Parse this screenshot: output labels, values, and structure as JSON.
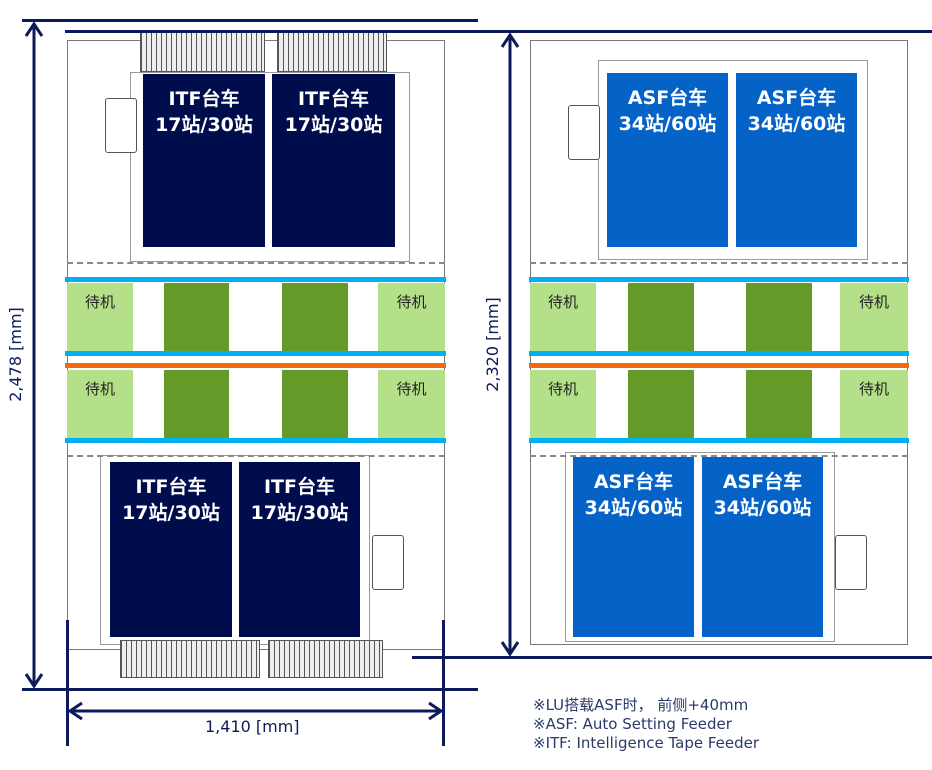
{
  "left_machine": {
    "top_carts": [
      {
        "line1": "ITF台车",
        "line2": "17站/30站"
      },
      {
        "line1": "ITF台车",
        "line2": "17站/30站"
      }
    ],
    "bottom_carts": [
      {
        "line1": "ITF台车",
        "line2": "17站/30站"
      },
      {
        "line1": "ITF台车",
        "line2": "17站/30站"
      }
    ],
    "standby_labels": [
      "待机",
      "待机",
      "待机",
      "待机"
    ],
    "height_dimension": "2,478 [mm]",
    "width_dimension": "1,410 [mm]"
  },
  "right_machine": {
    "top_carts": [
      {
        "line1": "ASF台车",
        "line2": "34站/60站"
      },
      {
        "line1": "ASF台车",
        "line2": "34站/60站"
      }
    ],
    "bottom_carts": [
      {
        "line1": "ASF台车",
        "line2": "34站/60站"
      },
      {
        "line1": "ASF台车",
        "line2": "34站/60站"
      }
    ],
    "standby_labels": [
      "待机",
      "待机",
      "待机",
      "待机"
    ],
    "height_dimension": "2,320 [mm]"
  },
  "notes": [
    "※LU搭载ASF时， 前侧+40mm",
    "※ASF: Auto Setting Feeder",
    "※ITF: Intelligence Tape Feeder"
  ],
  "colors": {
    "itf": "#000d4d",
    "asf": "#0563c8",
    "conveyor": "#00b0f0",
    "center_line": "#f26a10",
    "standby": "#b5e08a",
    "station": "#649a28",
    "dimension": "#0c1a5a"
  }
}
